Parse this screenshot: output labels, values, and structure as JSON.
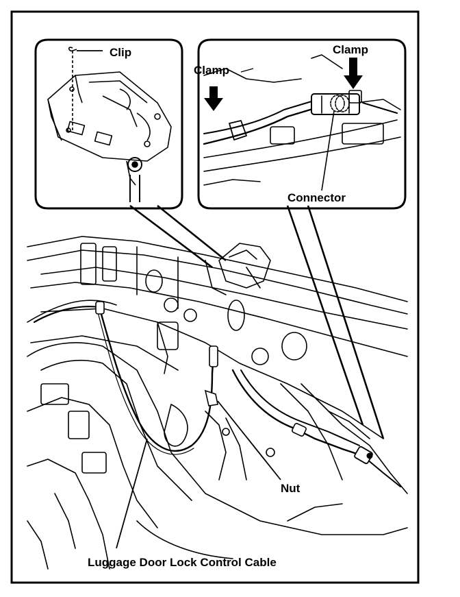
{
  "labels": {
    "clip": "Clip",
    "clamp_left": "Clamp",
    "clamp_right": "Clamp",
    "connector": "Connector",
    "nut": "Nut",
    "cable": "Luggage Door Lock Control Cable"
  },
  "colors": {
    "line": "#000000",
    "background": "#ffffff"
  }
}
